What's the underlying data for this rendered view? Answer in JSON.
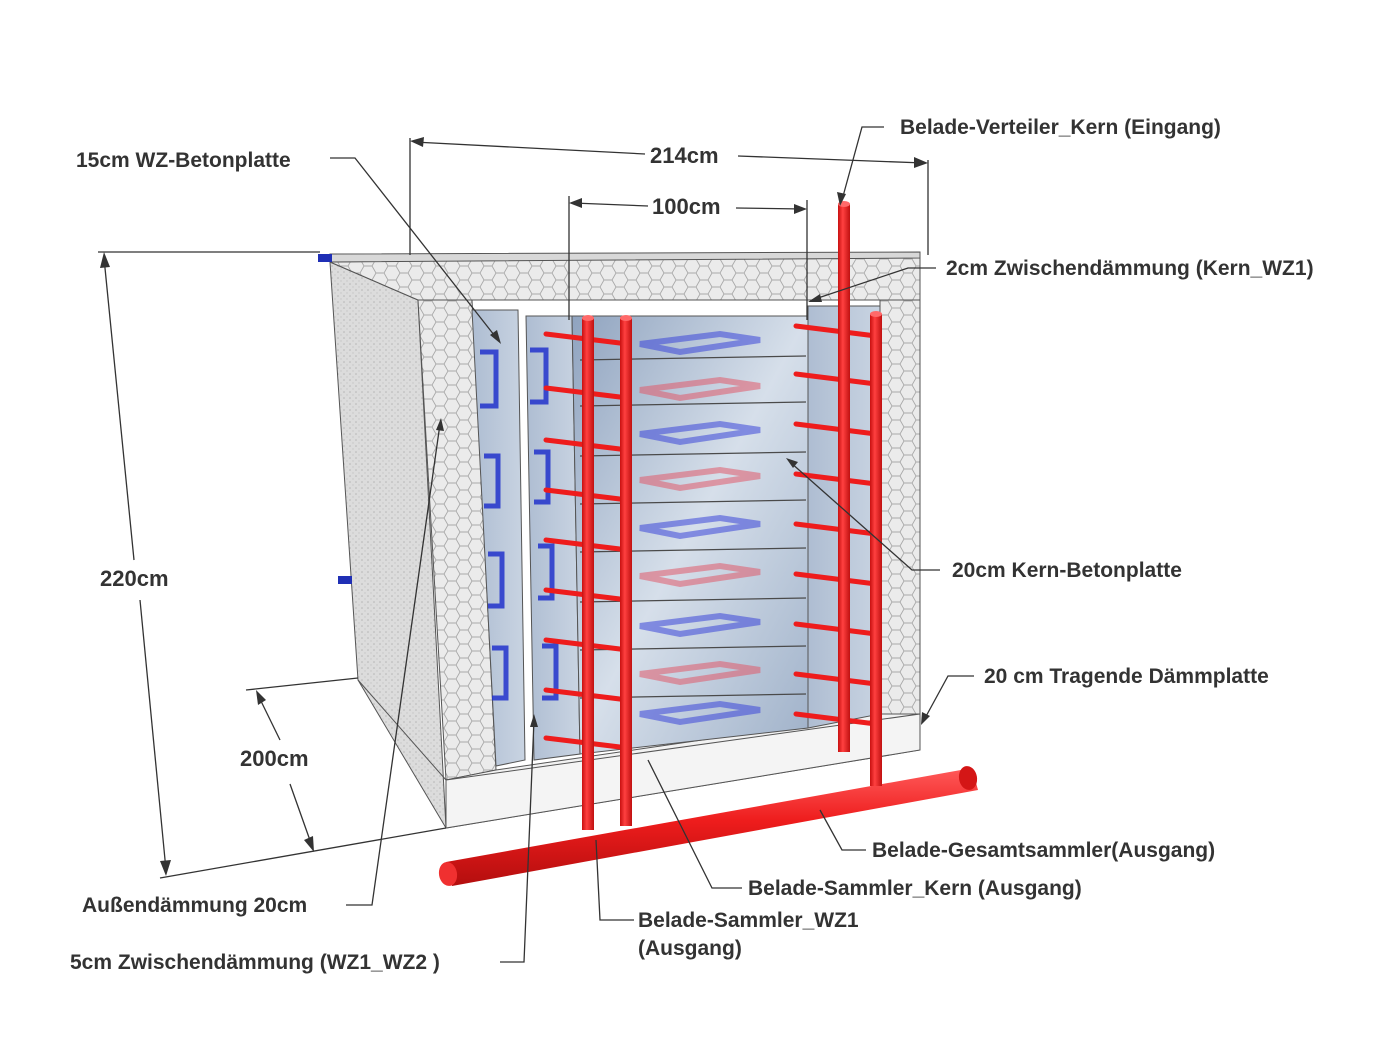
{
  "dimensions": {
    "width_total": "214cm",
    "width_core": "100cm",
    "height": "220cm",
    "depth": "200cm"
  },
  "labels": {
    "wz_betonplatte": "15cm WZ-Betonplatte",
    "verteiler_kern": "Belade-Verteiler_Kern (Eingang)",
    "zwischendaemmung_kern": "2cm Zwischendämmung (Kern_WZ1)",
    "kern_betonplatte": "20cm Kern-Betonplatte",
    "tragende_daemmplatte": "20 cm Tragende Dämmplatte",
    "gesamtsammler": "Belade-Gesamtsammler(Ausgang)",
    "sammler_kern": "Belade-Sammler_Kern (Ausgang)",
    "sammler_wz1_line1": "Belade-Sammler_WZ1",
    "sammler_wz1_line2": "(Ausgang)",
    "aussendaemmung": "Außendämmung 20cm",
    "zwischendaemmung_wz": "5cm Zwischendämmung (WZ1_WZ2 )"
  },
  "colors": {
    "pipe": "#ee1c1c",
    "loop": "#2233cc",
    "glass": "#b4c3d8",
    "insulation": "#e9e9e9",
    "concrete": "#cfcfcf"
  }
}
